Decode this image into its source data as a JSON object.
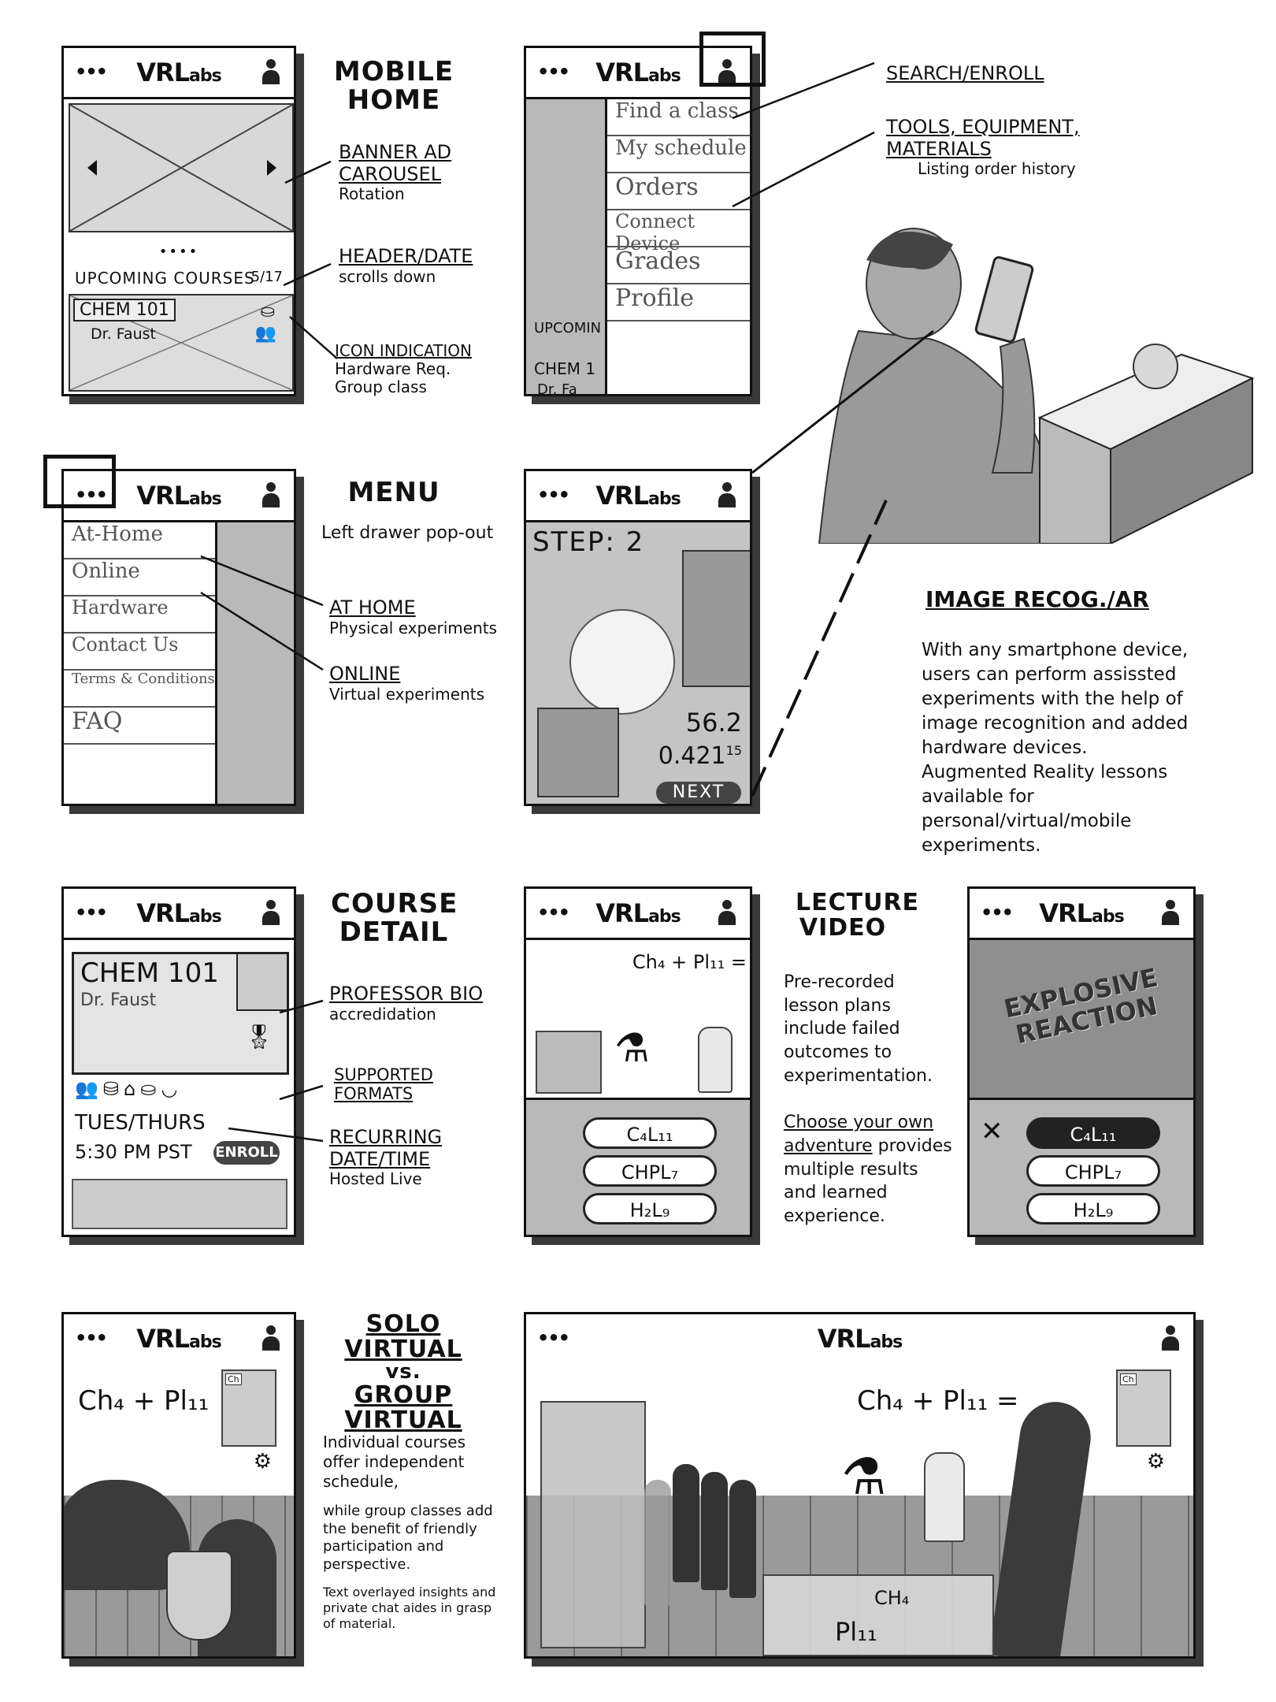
{
  "brand": {
    "name_main": "VRL",
    "name_rest": "abs",
    "menu_dots": "•••"
  },
  "panels": {
    "mobile_home": {
      "label": "MOBILE HOME",
      "carousel_dots": "••••",
      "upcoming": "UPCOMING COURSES",
      "date": "5/17",
      "course": "CHEM 101",
      "instructor": "Dr. Faust",
      "annotations": [
        {
          "title": "BANNER AD CAROUSEL",
          "sub": "Rotation"
        },
        {
          "title": "HEADER/DATE",
          "sub": "scrolls down"
        },
        {
          "title": "ICON INDICATION",
          "sub": "Hardware Req. Group class"
        }
      ]
    },
    "profile_menu": {
      "items": [
        "Find a class",
        "My schedule",
        "Orders",
        "Connect Device",
        "Grades",
        "Profile"
      ],
      "bg_upcoming": "UPCOMIN",
      "bg_course": "CHEM 1",
      "bg_instructor": "Dr. Fa",
      "annotations": [
        {
          "title": "SEARCH/ENROLL",
          "sub": ""
        },
        {
          "title": "TOOLS, EQUIPMENT, MATERIALS",
          "sub": "Listing order history"
        }
      ]
    },
    "menu": {
      "label": "MENU",
      "sub": "Left drawer pop-out",
      "items": [
        "At-Home",
        "Online",
        "Hardware",
        "Contact Us",
        "Terms & Conditions",
        "FAQ"
      ],
      "annotations": [
        {
          "title": "AT HOME",
          "sub": "Physical experiments"
        },
        {
          "title": "ONLINE",
          "sub": "Virtual experiments"
        }
      ]
    },
    "ar": {
      "step": "STEP: 2",
      "value1": "56.2",
      "value2": "0.421",
      "value2_exp": "15",
      "next": "NEXT",
      "title": "IMAGE RECOG./AR",
      "text": "With any smartphone device, users can perform assissted experiments with the help of image recognition and added hardware devices. Augmented Reality lessons available for personal/virtual/mobile experiments."
    },
    "course_detail": {
      "label": "COURSE DETAIL",
      "course": "CHEM 101",
      "instructor": "Dr. Faust",
      "schedule": "TUES/THURS",
      "time": "5:30 PM PST",
      "enroll": "ENROLL",
      "annotations": [
        {
          "title": "PROFESSOR BIO",
          "sub": "accredidation"
        },
        {
          "title": "SUPPORTED FORMATS",
          "sub": ""
        },
        {
          "title": "RECURRING DATE/TIME",
          "sub": "Hosted Live"
        }
      ]
    },
    "lecture": {
      "label": "LECTURE VIDEO",
      "formula": "Ch₄ + Pl₁₁ =",
      "options": [
        "C₄L₁₁",
        "CHPL₇",
        "H₂L₉"
      ],
      "text_a": "Pre-recorded lesson plans include failed outcomes to experimentation.",
      "text_b": "Choose your own adventure",
      "text_c": "provides multiple results and learned experience."
    },
    "lecture_fail": {
      "banner": "EXPLOSIVE REACTION",
      "x_mark": "✕",
      "options": [
        "C₄L₁₁",
        "CHPL₇",
        "H₂L₉"
      ]
    },
    "solo": {
      "formula": "Ch₄ + Pl₁₁",
      "note_tag": "Ch",
      "label_1": "SOLO VIRTUAL",
      "label_2": "vs.",
      "label_3": "GROUP VIRTUAL",
      "text_1": "Individual courses offer independent schedule,",
      "text_2": "while group classes add the benefit of friendly participation and perspective.",
      "text_3": "Text overlayed insights and private chat aides in grasp of material."
    },
    "group": {
      "formula": "Ch₄ + Pl₁₁ =",
      "note_tag": "Ch",
      "board_1": "CH₄",
      "board_2": "Pl₁₁"
    }
  }
}
